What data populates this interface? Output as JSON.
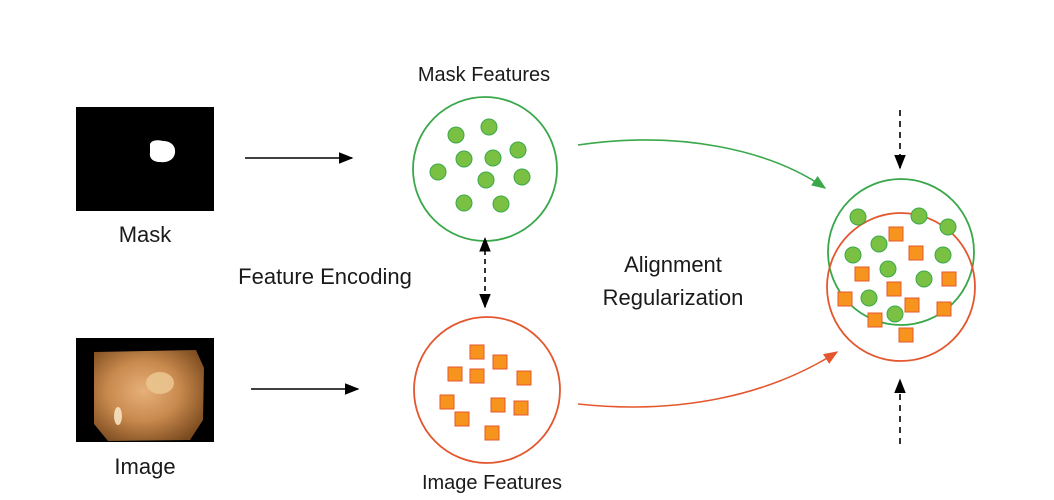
{
  "labels": {
    "mask": "Mask",
    "image": "Image",
    "mask_features": "Mask Features",
    "image_features": "Image Features",
    "feature_encoding": "Feature Encoding",
    "alignment_line1": "Alignment",
    "alignment_line2": "Regularization"
  },
  "colors": {
    "mask_feature_fill": "#7ac143",
    "mask_feature_stroke": "#3aa84a",
    "image_feature_fill": "#f7941d",
    "image_feature_stroke": "#e4572e",
    "arrow_black": "#000000"
  },
  "icons": {
    "mask_thumbnail": "binary-mask-image",
    "image_thumbnail": "endoscopy-image"
  }
}
